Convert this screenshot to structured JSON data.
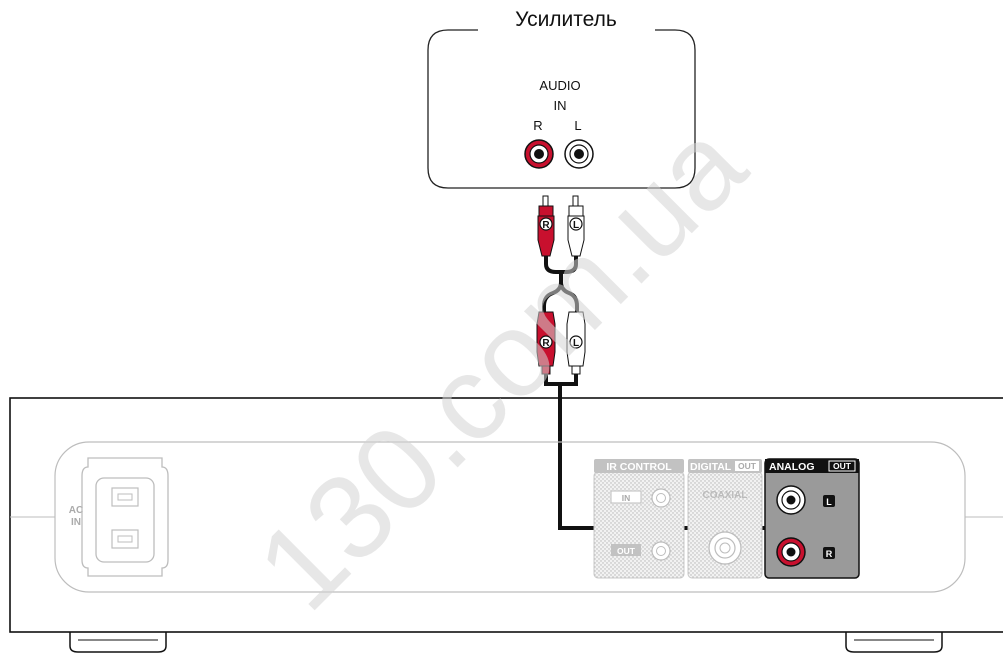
{
  "amplifier": {
    "title": "Усилитель",
    "input_label_line1": "AUDIO",
    "input_label_line2": "IN",
    "jack_r_label": "R",
    "jack_l_label": "L"
  },
  "cable": {
    "plug_r_letter": "R",
    "plug_l_letter": "L"
  },
  "device": {
    "ac_in_line1": "AC",
    "ac_in_line2": "IN",
    "ir_control": {
      "title": "IR CONTROL",
      "in_label": "IN",
      "out_label": "OUT"
    },
    "digital_out": {
      "title": "DIGITAL",
      "badge": "OUT",
      "coaxial_label": "COAXIAL"
    },
    "analog_out": {
      "title": "ANALOG",
      "badge": "OUT",
      "l_label": "L",
      "r_label": "R"
    }
  },
  "watermark": "130.com.ua",
  "colors": {
    "red_plug": "#c8102e",
    "cable": "#111111",
    "panel_gray": "#9a9a9a",
    "watermark": "#d4d4d4"
  }
}
